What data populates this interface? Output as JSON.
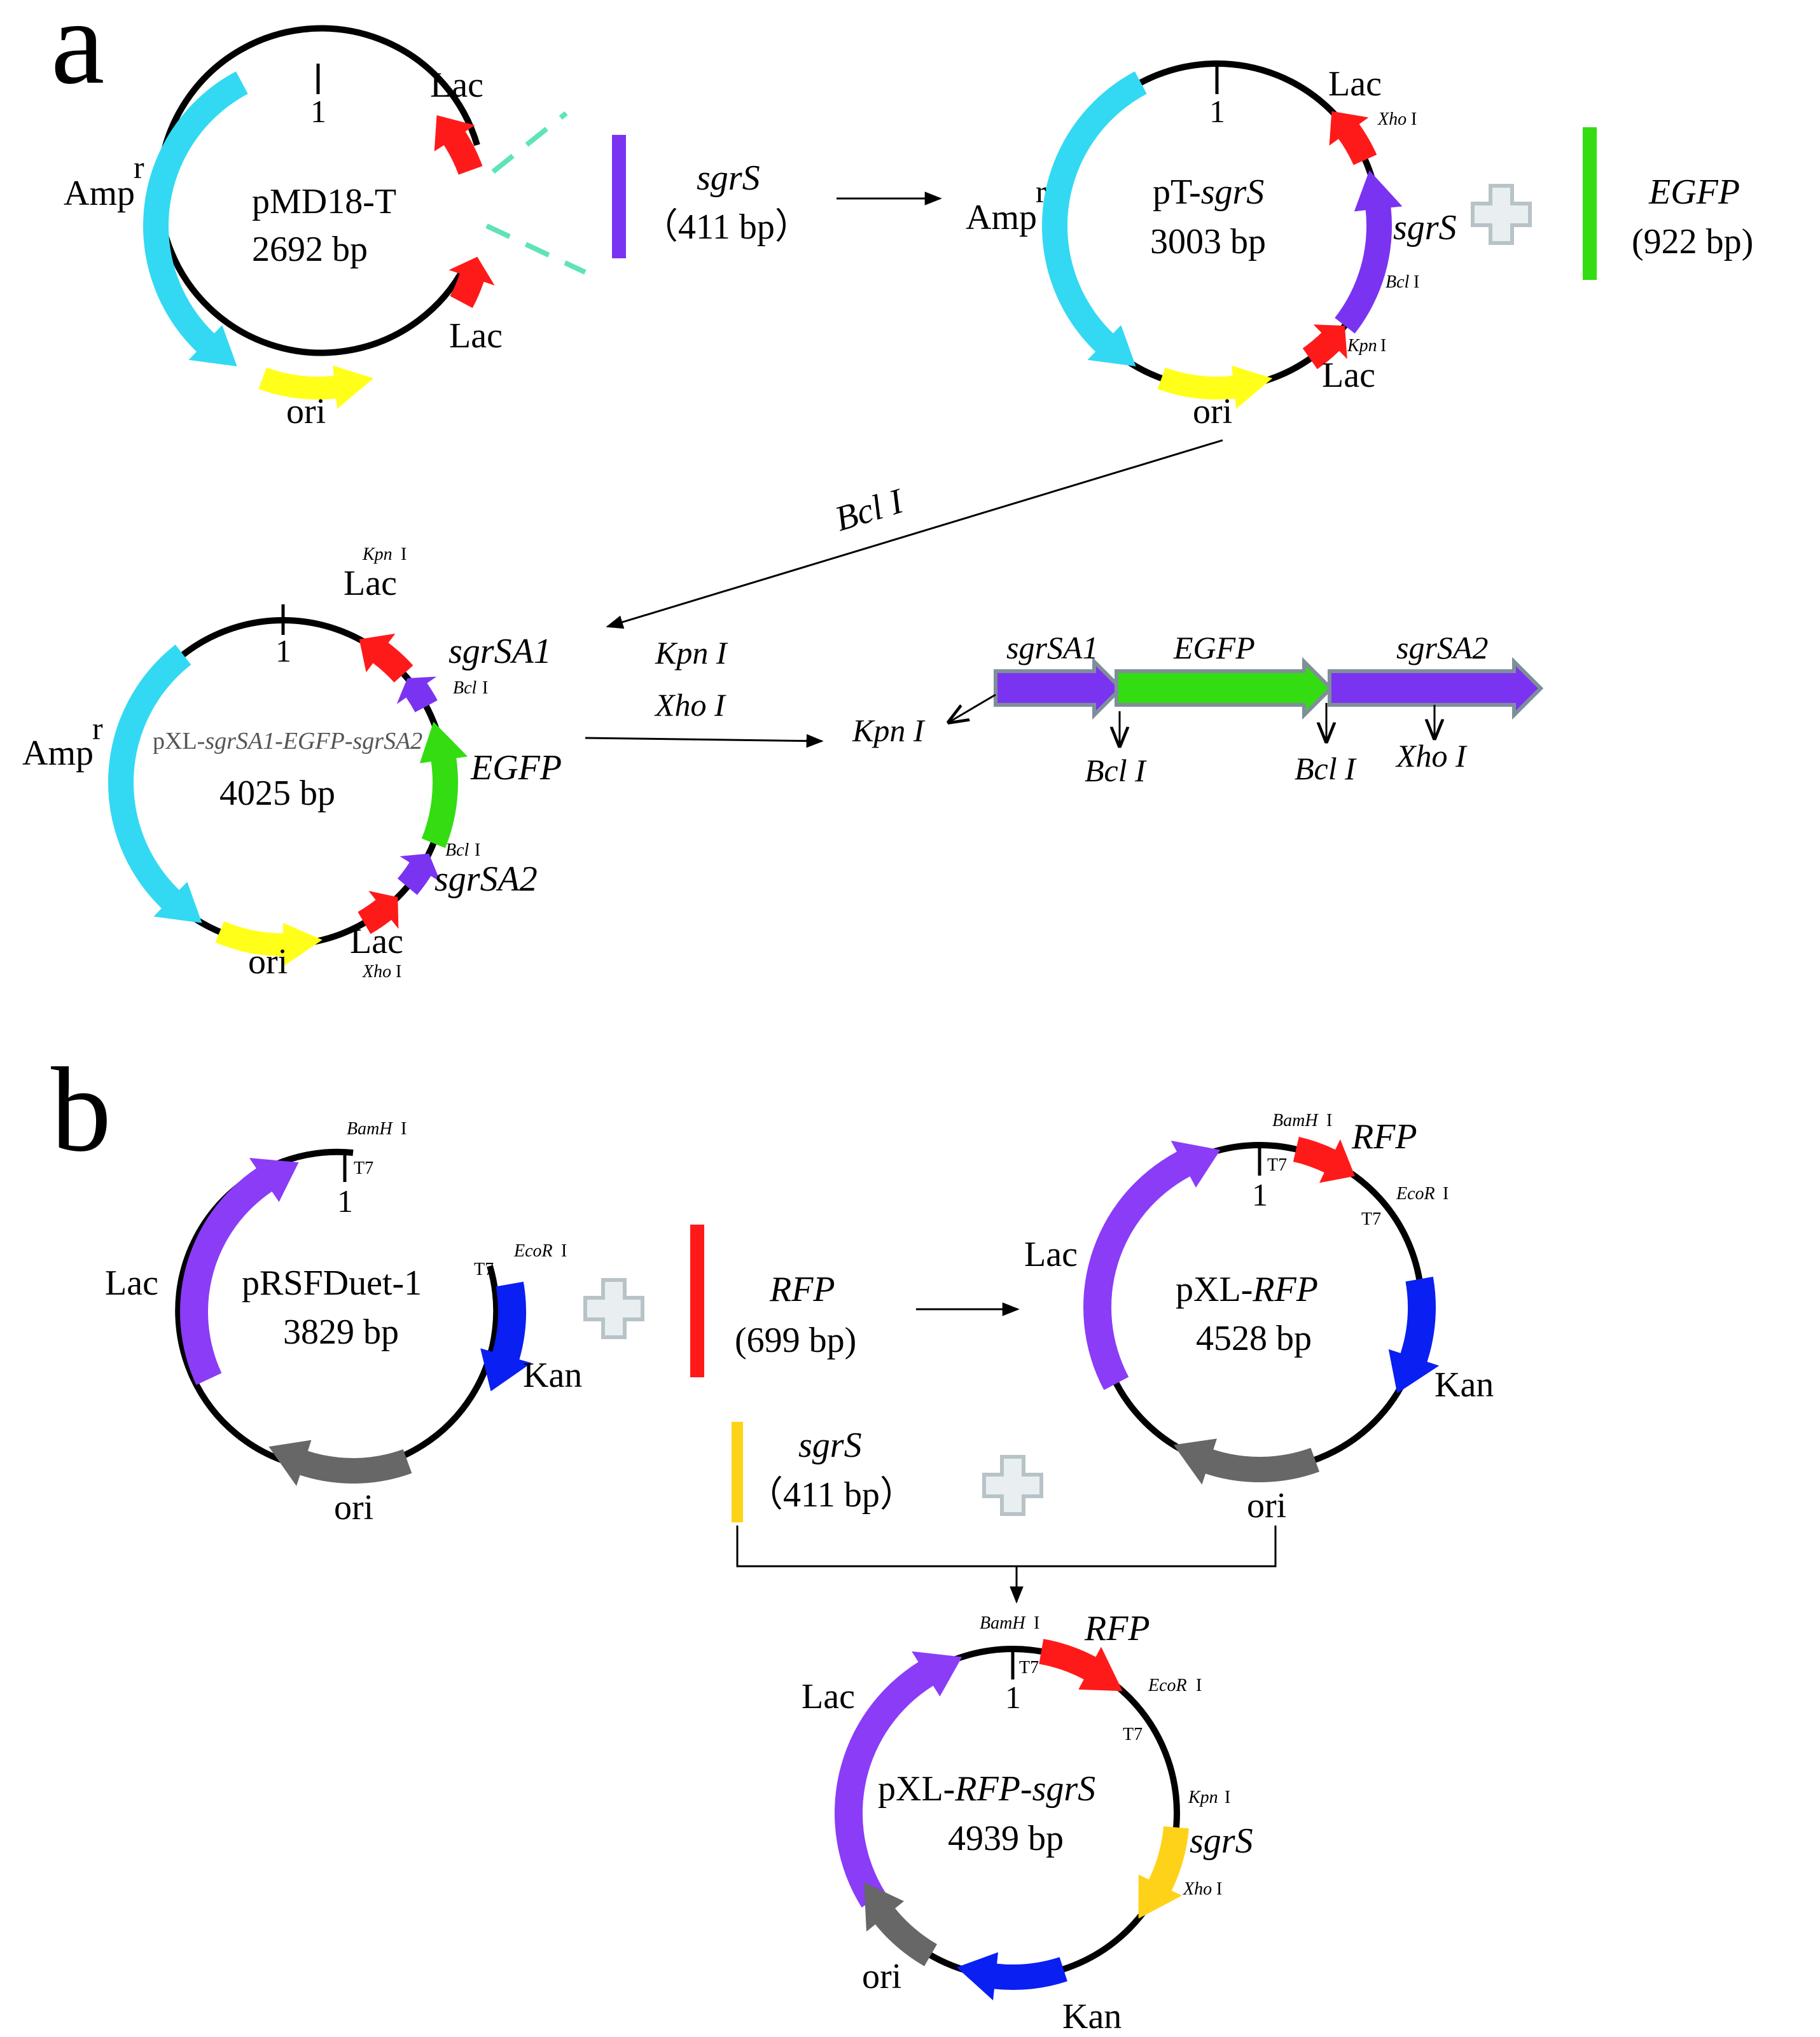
{
  "colors": {
    "amp": "#33d9f2",
    "lac_a": "#ff1a1a",
    "ori_a": "#ffff1a",
    "sgr": "#7b33f2",
    "egfp": "#33dd11",
    "lac_b": "#8a3cf7",
    "kan": "#0a1ff2",
    "ori_b": "#676767",
    "rfp": "#ff1a1a",
    "sgr_b": "#ffd21a",
    "dash": "#5fe3b8",
    "plus": "#b7c3c7"
  },
  "panel_a": {
    "label": "a",
    "p1": {
      "name": "pMD18-T",
      "size": "2692 bp",
      "one": "1",
      "amp": "Amp",
      "amp_sup": "r",
      "lac_top": "Lac",
      "lac_bottom": "Lac",
      "ori": "ori"
    },
    "insert1": {
      "name": "sgrS",
      "size": "（411 bp）"
    },
    "p2": {
      "name_plain": "pT-",
      "name_italic": "sgrS",
      "size": "3003 bp",
      "one": "1",
      "amp": "Amp",
      "amp_sup": "r",
      "lac_top": "Lac",
      "lac_bottom": "Lac",
      "ori": "ori",
      "gene": "sgrS",
      "site_xho": "Xho",
      "site_bcl": "Bcl",
      "site_kpn": "Kpn",
      "site_suffix": "I"
    },
    "insert2": {
      "name": "EGFP",
      "size": "(922 bp)"
    },
    "enzyme_bcl": "Bcl I",
    "p3": {
      "name_plain": "pXL-",
      "name_italic": "sgrSA1-EGFP-sgrSA2",
      "size": "4025 bp",
      "one": "1",
      "amp": "Amp",
      "amp_sup": "r",
      "lac_top": "Lac",
      "lac_bottom": "Lac",
      "ori": "ori",
      "g1": "sgrSA1",
      "g2": "EGFP",
      "g3": "sgrSA2",
      "site_kpn": "Kpn",
      "site_bcl1": "Bcl",
      "site_bcl2": "Bcl",
      "site_xho": "Xho",
      "site_suffix": "I"
    },
    "enzymes_kx": {
      "kpn": "Kpn I",
      "xho": "Xho I"
    },
    "linear": {
      "kpn": "Kpn I",
      "g1": "sgrSA1",
      "g2": "EGFP",
      "g3": "sgrSA2",
      "bcl1": "Bcl I",
      "bcl2": "Bcl I",
      "xho": "Xho I"
    }
  },
  "panel_b": {
    "label": "b",
    "p1": {
      "name": "pRSFDuet-1",
      "size": "3829 bp",
      "one": "1",
      "t7a": "T7",
      "t7b": "T7",
      "bam": "BamH",
      "eco": "EcoR",
      "site_suffix": "I",
      "lac": "Lac",
      "kan": "Kan",
      "ori": "ori"
    },
    "insert1": {
      "name": "RFP",
      "size": "(699 bp)"
    },
    "insert2": {
      "name": "sgrS",
      "size": "（411 bp）"
    },
    "p2": {
      "name_plain": "pXL-",
      "name_italic": "RFP",
      "size": "4528 bp",
      "one": "1",
      "t7a": "T7",
      "t7b": "T7",
      "bam": "BamH",
      "eco": "EcoR",
      "site_suffix": "I",
      "rfp": "RFP",
      "lac": "Lac",
      "kan": "Kan",
      "ori": "ori"
    },
    "p3": {
      "name_plain": "pXL-",
      "name_italic": "RFP-sgrS",
      "size": "4939 bp",
      "one": "1",
      "t7a": "T7",
      "t7b": "T7",
      "bam": "BamH",
      "eco": "EcoR",
      "kpn": "Kpn",
      "xho": "Xho",
      "site_suffix": "I",
      "rfp": "RFP",
      "sgrs": "sgrS",
      "lac": "Lac",
      "kan": "Kan",
      "ori": "ori"
    }
  }
}
